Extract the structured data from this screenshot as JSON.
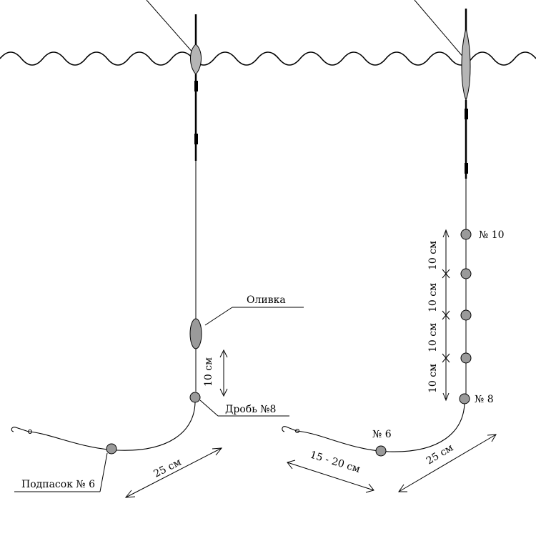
{
  "labels": {
    "olive": "Оливка",
    "shot8": "Дробь №8",
    "underbait6": "Подпасок № 6",
    "dist10": "10 см",
    "len25_left": "25 см",
    "len25_right": "25 см",
    "len15_20": "15 - 20 см",
    "no6": "№ 6",
    "no8": "№ 8",
    "no10": "№ 10",
    "seg1": "10 см",
    "seg2": "10 см",
    "seg3": "10 см",
    "seg4": "10 см"
  },
  "colors": {
    "weight_fill": "#9a9a9a",
    "line": "#000000"
  }
}
